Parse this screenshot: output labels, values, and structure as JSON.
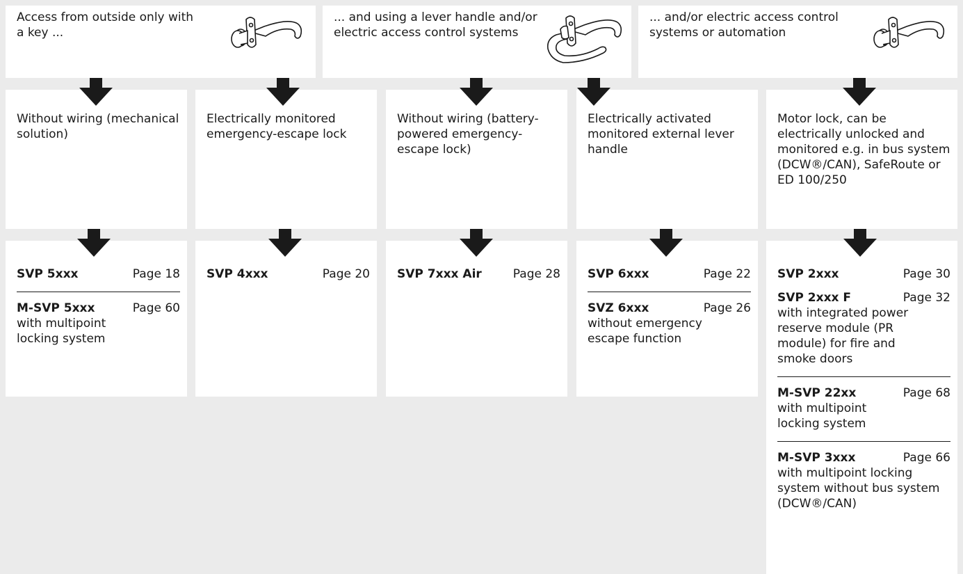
{
  "headers": [
    {
      "text": "Access from outside only with a key ...",
      "icon": "door-knob-lever-icon"
    },
    {
      "text": "... and using a lever handle and/or electric access control systems",
      "icon": "double-lever-handle-icon"
    },
    {
      "text": "... and/or electric access control systems or automation",
      "icon": "door-knob-lever-icon"
    }
  ],
  "conditions": [
    {
      "text": "Without wiring (mechanical solution)"
    },
    {
      "text": "Electrically monitored emergency-escape lock"
    },
    {
      "text": "Without wiring (battery-powered emergency-escape lock)"
    },
    {
      "text": "Electrically activated monitored external lever handle"
    },
    {
      "text": "Motor lock, can be electrically unlocked and monitored e.g. in bus system (DCW®/CAN), SafeRoute or ED 100/250"
    }
  ],
  "products": [
    {
      "entries": [
        {
          "code": "SVP 5xxx",
          "page": "Page 18",
          "desc": ""
        },
        {
          "code": "M-SVP 5xxx",
          "page": "Page 60",
          "desc": "with multipoint locking system"
        }
      ]
    },
    {
      "entries": [
        {
          "code": "SVP 4xxx",
          "page": "Page 20",
          "desc": ""
        }
      ]
    },
    {
      "entries": [
        {
          "code": "SVP 7xxx Air",
          "page": "Page 28",
          "desc": ""
        }
      ]
    },
    {
      "entries": [
        {
          "code": "SVP 6xxx",
          "page": "Page 22",
          "desc": ""
        },
        {
          "code": "SVZ 6xxx",
          "page": "Page 26",
          "desc": "without emergency escape function"
        }
      ]
    },
    {
      "entries": [
        {
          "code": "SVP 2xxx",
          "page": "Page 30",
          "desc": ""
        },
        {
          "code": "SVP 2xxx F",
          "page": "Page 32",
          "desc": "with integrated power reserve module (PR module) for fire and smoke doors"
        },
        {
          "code": "M-SVP 22xx",
          "page": "Page 68",
          "desc": "with multipoint locking system"
        },
        {
          "code": "M-SVP 3xxx",
          "page": "Page 66",
          "desc": "with multipoint locking system without bus system (DCW®/CAN)"
        }
      ]
    }
  ],
  "colors": {
    "background": "#ebebeb",
    "box": "#ffffff",
    "arrow": "#1a1a1a"
  }
}
